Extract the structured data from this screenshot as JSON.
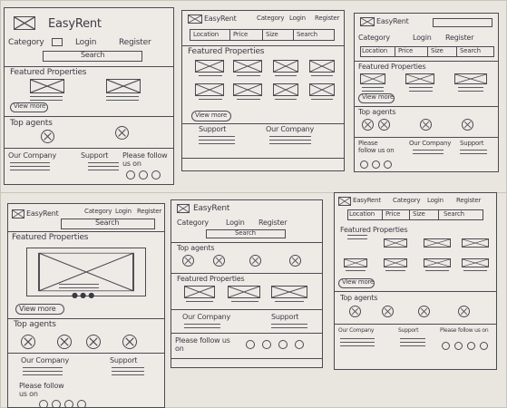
{
  "labels": {
    "brand": "EasyRent",
    "category": "Category",
    "login": "Login",
    "register": "Register",
    "search": "Search",
    "location": "Location",
    "price": "Price",
    "size": "Size",
    "featured": "Featured Properties",
    "view_more": "View more",
    "top_agents": "Top agents",
    "our_company": "Our Company",
    "support": "Support",
    "please_follow": "Please follow us on"
  },
  "icons": [
    "image-placeholder-icon",
    "agent-avatar-icon",
    "social-icon",
    "dropdown-icon",
    "checkbox-icon"
  ]
}
